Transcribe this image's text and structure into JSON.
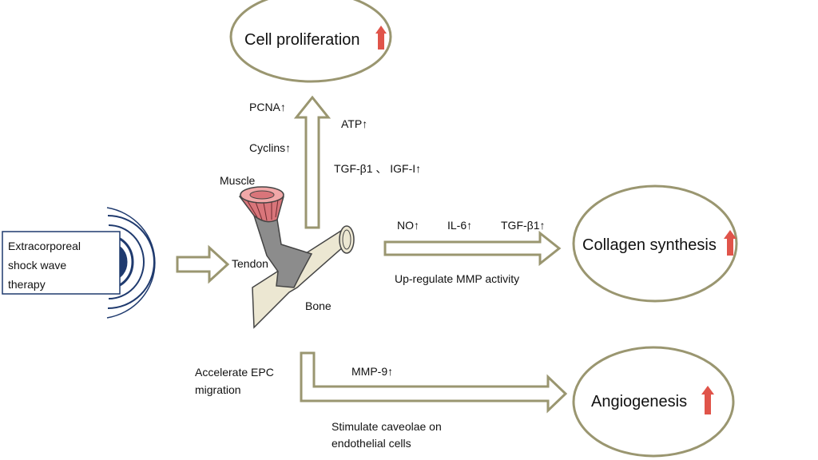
{
  "colors": {
    "arrow_outline": "#9a9670",
    "wave": "#1f3a6e",
    "up_arrow": "#e0544a",
    "muscle": "#d9757a",
    "tendon": "#8c8c8c",
    "bone": "#ece7d2"
  },
  "therapy_label": [
    "Extracorporeal",
    "shock wave",
    "therapy"
  ],
  "anatomy": {
    "muscle": "Muscle",
    "tendon": "Tendon",
    "bone": "Bone"
  },
  "outcomes": {
    "proliferation": "Cell proliferation",
    "collagen": "Collagen synthesis",
    "angiogenesis": "Angiogenesis"
  },
  "proliferation_factors": {
    "pcna": "PCNA↑",
    "atp": "ATP↑",
    "cyclins": "Cyclins↑",
    "tgf_igf": "TGF-β1 、 IGF-I↑"
  },
  "collagen_factors": {
    "no": "NO↑",
    "il6": "IL-6↑",
    "tgf": "TGF-β1↑",
    "mmp": "Up-regulate MMP activity"
  },
  "angiogenesis_factors": {
    "epc": [
      "Accelerate EPC",
      "migration"
    ],
    "mmp9": "MMP-9↑",
    "caveolae": [
      "Stimulate caveolae on",
      "endothelial cells"
    ]
  }
}
